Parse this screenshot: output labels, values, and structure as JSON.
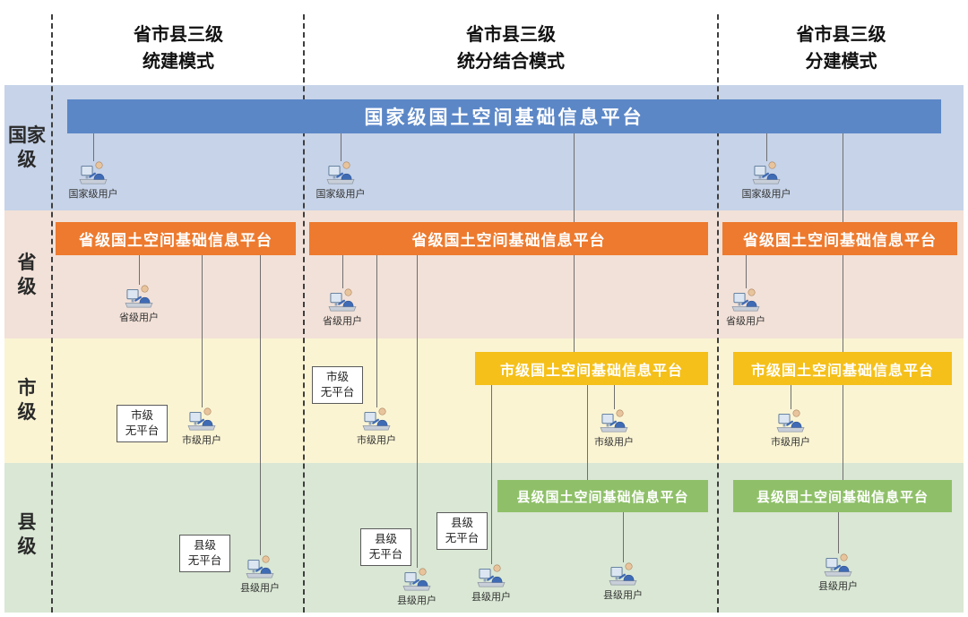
{
  "column_headers": [
    "省市县三级\n统建模式",
    "省市县三级\n统分结合模式",
    "省市县三级\n分建模式"
  ],
  "row_labels": [
    "国家\n级",
    "省\n级",
    "市\n级",
    "县\n级"
  ],
  "platform_labels": {
    "national": "国家级国土空间基础信息平台",
    "provincial": "省级国土空间基础信息平台",
    "municipal": "市级国土空间基础信息平台",
    "county": "县级国土空间基础信息平台"
  },
  "user_labels": {
    "national": "国家级用户",
    "provincial": "省级用户",
    "municipal": "市级用户",
    "county": "县级用户"
  },
  "no_platform_labels": {
    "municipal": "市级\n无平台",
    "county": "县级\n无平台"
  },
  "icons": {
    "user_icon": "person-at-computer"
  },
  "colors": {
    "national_bar": "#5b87c7",
    "provincial_bar": "#ed7a2e",
    "municipal_bar": "#f5c01a",
    "county_bar": "#8fc069",
    "national_band": "#c6d3e8",
    "provincial_band": "#f2e1d8",
    "municipal_band": "#faf4d3",
    "county_band": "#d9e7d4"
  }
}
